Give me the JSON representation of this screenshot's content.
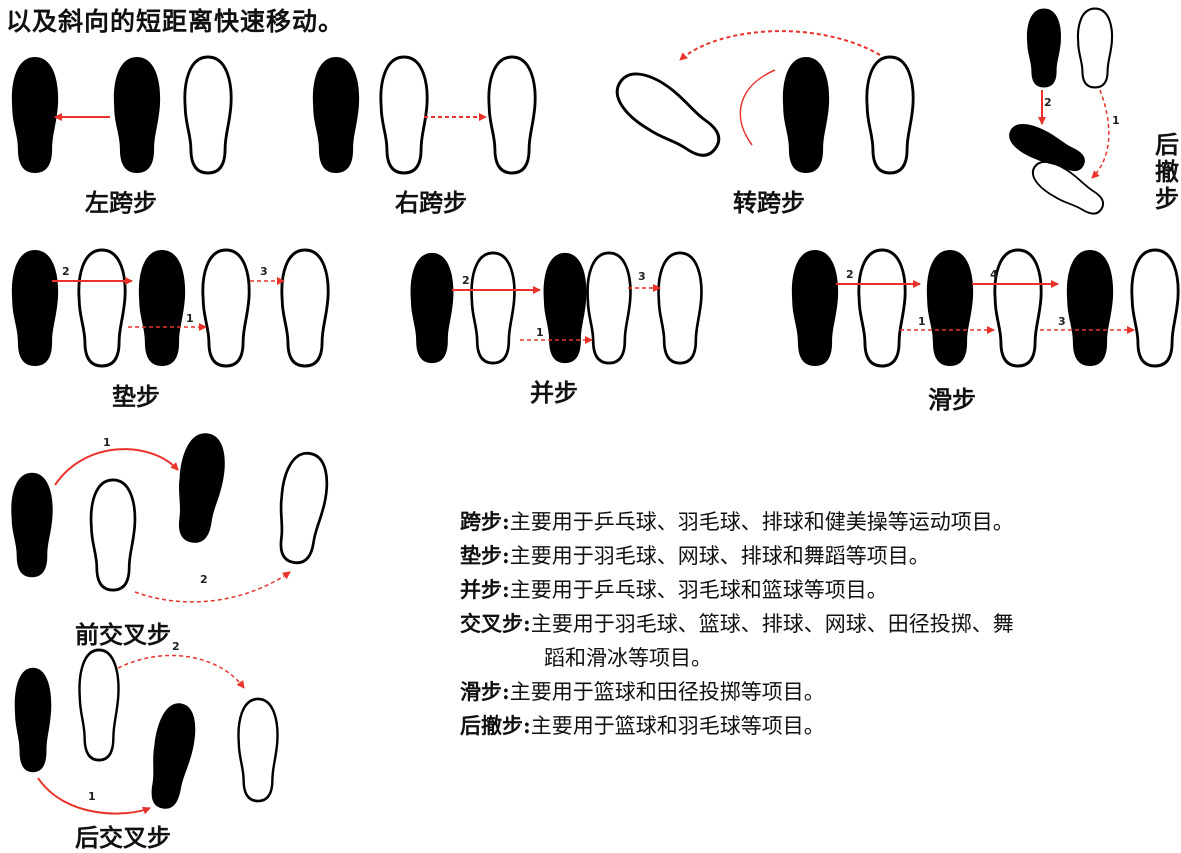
{
  "intro": "以及斜向的短距离快速移动。",
  "captions": {
    "left_step": "左跨步",
    "right_step": "右跨步",
    "turn_step": "转跨步",
    "back_step_vertical": "后撤步",
    "pad_step": "垫步",
    "close_step": "并步",
    "slide_step": "滑步",
    "front_cross_step": "前交叉步",
    "back_cross_step": "后交叉步"
  },
  "step_numbers": {
    "pad": [
      "2",
      "1",
      "3"
    ],
    "close": [
      "2",
      "1",
      "3"
    ],
    "slide": [
      "2",
      "1",
      "4",
      "3"
    ],
    "front_cross": [
      "1",
      "2"
    ],
    "back_cross": [
      "2",
      "1"
    ],
    "back_step": [
      "2",
      "1"
    ]
  },
  "descriptions": [
    {
      "term": "跨步:",
      "text": "主要用于乒乓球、羽毛球、排球和健美操等运动项目。"
    },
    {
      "term": "垫步:",
      "text": "主要用于羽毛球、网球、排球和舞蹈等项目。"
    },
    {
      "term": "并步:",
      "text": "主要用于乒乓球、羽毛球和篮球等项目。"
    },
    {
      "term": "交叉步:",
      "text": "主要用于羽毛球、篮球、排球、网球、田径投掷、舞"
    },
    {
      "term": "",
      "text": "蹈和滑冰等项目。"
    },
    {
      "term": "滑步:",
      "text": "主要用于篮球和田径投掷等项目。"
    },
    {
      "term": "后撤步:",
      "text": "主要用于篮球和羽毛球等项目。"
    }
  ],
  "colors": {
    "arrow": "#e8322a",
    "foot_dark": "#000000",
    "foot_outline": "#000000"
  }
}
